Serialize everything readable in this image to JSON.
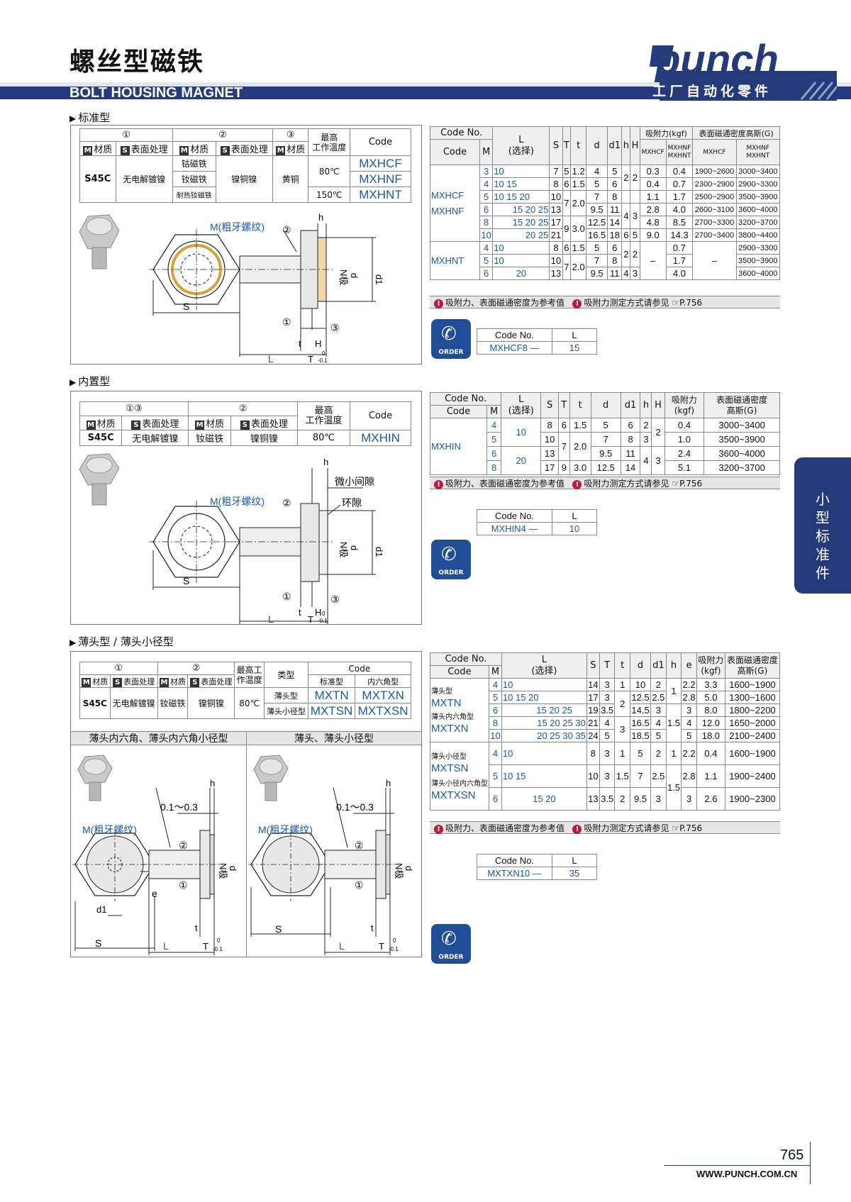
{
  "header": {
    "title_cn": "螺丝型磁铁",
    "title_en": "BOLT HOUSING MAGNET",
    "logo_text": "punch",
    "slogan": "工厂自动化零件"
  },
  "colors": {
    "accent": "#1a5aa6",
    "navy": "#243a7a",
    "warning": "#c0183a"
  },
  "side_tab": "小型标准件",
  "page": {
    "number": "765",
    "website": "WWW.PUNCH.COM.CN"
  },
  "common": {
    "material": "材质",
    "surface": "表面处理",
    "max_temp": "最高工作温度",
    "code": "Code",
    "code_no": "Code No.",
    "M": "M",
    "L_sel": "L\n(选择)",
    "note1": "吸附力、表面磁通密度为参考值",
    "note2": "吸附力测定方式请参见",
    "note_ref": "P.756",
    "order_text": "ORDER",
    "L": "L",
    "dash": "—"
  },
  "sec1": {
    "label": "标准型",
    "col1": "①",
    "col2": "②",
    "col3": "③",
    "temp_h": "最高\n工作温度",
    "m1": "S45C",
    "s1": "无电解镀镍",
    "m2a": "钴磁铁",
    "m2b": "钕磁铁",
    "m2c": "耐热钕磁铁",
    "s2": "镍铜镍",
    "m3": "黄铜",
    "t1": "80℃",
    "t2": "150℃",
    "codes": [
      "MXHCF",
      "MXHNF",
      "MXHNT"
    ],
    "dim_headers": [
      "S",
      "T",
      "t",
      "d",
      "d1",
      "h",
      "H"
    ],
    "force_h": "吸附力(kgf)",
    "flux_h": "表面磁通密度高斯(G)",
    "fh_a": "MXHCF",
    "fh_b": "MXHNF\nMXHNT",
    "rows_a": [
      {
        "M": "3",
        "L": "10",
        "S": "7",
        "T": "5",
        "t": "1.2",
        "d": "4",
        "d1": "5",
        "f1": "0.3",
        "f2": "0.4",
        "g1": "1900~2600",
        "g2": "3000~3400"
      },
      {
        "M": "4",
        "L": "10 15",
        "S": "8",
        "T": "6",
        "t": "1.5",
        "d": "5",
        "d1": "6",
        "f1": "0.4",
        "f2": "0.7",
        "g1": "2300~2900",
        "g2": "2900~3300"
      },
      {
        "M": "5",
        "L": "10 15 20",
        "S": "10",
        "T": "",
        "t": "",
        "d": "7",
        "d1": "8",
        "f1": "1.1",
        "f2": "1.7",
        "g1": "2500~2900",
        "g2": "3500~3900"
      },
      {
        "M": "6",
        "L": "15 20 25",
        "S": "13",
        "T": "",
        "t": "",
        "d": "9.5",
        "d1": "11",
        "f1": "2.8",
        "f2": "4.0",
        "g1": "2600~3100",
        "g2": "3600~4000"
      },
      {
        "M": "8",
        "L": "15 20 25",
        "S": "17",
        "T": "",
        "t": "",
        "d": "12.5",
        "d1": "14",
        "f1": "4.8",
        "f2": "8.5",
        "g1": "2700~3300",
        "g2": "3200~3700"
      },
      {
        "M": "10",
        "L": "20 25",
        "S": "21",
        "T": "",
        "t": "",
        "d": "16.5",
        "d1": "18",
        "f1": "9.0",
        "f2": "14.3",
        "g1": "2700~3400",
        "g2": "3800~4400"
      }
    ],
    "rows_b": [
      {
        "M": "4",
        "L": "10",
        "S": "8",
        "T": "6",
        "t": "1.5",
        "d": "5",
        "d1": "6",
        "f2": "0.7",
        "g2": "2900~3300"
      },
      {
        "M": "5",
        "L": "10",
        "S": "10",
        "T": "",
        "t": "",
        "d": "7",
        "d1": "8",
        "f2": "1.7",
        "g2": "3500~3900"
      },
      {
        "M": "6",
        "L": "20",
        "S": "13",
        "T": "",
        "t": "",
        "d": "9.5",
        "d1": "11",
        "f2": "4.0",
        "g2": "3600~4000"
      }
    ],
    "merged": {
      "T7": "7",
      "t20": "2.0",
      "T9": "9",
      "t30": "3.0",
      "h2": "2",
      "H2": "2",
      "h4": "4",
      "H3": "3",
      "h6": "6",
      "H5": "5",
      "dash": "–"
    },
    "order_code": "MXHCF8",
    "order_L": "15"
  },
  "sec2": {
    "label": "内置型",
    "col13": "①③",
    "col2": "②",
    "m1": "S45C",
    "s1": "无电解镀镍",
    "m2": "钕磁铁",
    "s2": "镍铜镍",
    "t": "80℃",
    "code": "MXHIN",
    "rows": [
      {
        "M": "4",
        "S": "8",
        "T": "6",
        "t": "1.5",
        "d": "5",
        "d1": "6",
        "h": "2",
        "f": "0.4",
        "g": "3000~3400"
      },
      {
        "M": "5",
        "S": "10",
        "T": "",
        "t": "",
        "d": "7",
        "d1": "8",
        "h": "3",
        "f": "1.0",
        "g": "3500~3900"
      },
      {
        "M": "6",
        "S": "13",
        "T": "",
        "t": "",
        "d": "9.5",
        "d1": "11",
        "h": "",
        "f": "2.4",
        "g": "3600~4000"
      },
      {
        "M": "8",
        "S": "17",
        "T": "9",
        "t": "3.0",
        "d": "12.5",
        "d1": "14",
        "h": "",
        "f": "5.1",
        "g": "3200~3700"
      }
    ],
    "L1": "10",
    "L2": "20",
    "T7": "7",
    "t20": "2.0",
    "h4": "4",
    "H2": "2",
    "H3": "3",
    "force_h": "吸附力\n(kgf)",
    "flux_h": "表面磁通密度\n高斯(G)",
    "gap_label": "微小间隙",
    "ring_label": "环隙",
    "order_code": "MXHIN4",
    "order_L": "10"
  },
  "sec3": {
    "label": "薄头型 / 薄头小径型",
    "type_h": "类型",
    "std_h": "标准型",
    "hex_h": "内六角型",
    "temp_h": "最高工\n作温度",
    "m1": "S45C",
    "s1": "无电解镀镍",
    "m2": "钕磁铁",
    "s2": "镍铜镍",
    "t": "80℃",
    "type_a": "薄头型",
    "type_b": "薄头小径型",
    "codes": [
      "MXTN",
      "MXTXN",
      "MXTSN",
      "MXTXSN"
    ],
    "sub_left": "薄头内六角、薄头内六角小径型",
    "sub_right": "薄头、薄头小径型",
    "gap": "0.1～0.3",
    "groups": [
      {
        "l1": "薄头型",
        "c1": "MXTN",
        "l2": "薄头内六角型",
        "c2": "MXTXN"
      },
      {
        "l1": "薄头小径型",
        "c1": "MXTSN",
        "l2": "薄头小径内六角型",
        "c2": "MXTXSN"
      }
    ],
    "rows_a": [
      {
        "M": "4",
        "L": "10",
        "S": "14",
        "T": "3",
        "t": "1",
        "d": "10",
        "d1": "2",
        "e": "2.2",
        "f": "3.3",
        "g": "1600~1900"
      },
      {
        "M": "5",
        "L": "10 15 20",
        "S": "17",
        "T": "3",
        "t": "",
        "d": "12.5",
        "d1": "2.5",
        "e": "2.8",
        "f": "5.0",
        "g": "1300~1600"
      },
      {
        "M": "6",
        "L": "15 20 25",
        "S": "19",
        "T": "3.5",
        "t": "",
        "d": "14.5",
        "d1": "3",
        "e": "3",
        "f": "8.0",
        "g": "1800~2200"
      },
      {
        "M": "8",
        "L": "15 20 25 30",
        "S": "21",
        "T": "4",
        "t": "",
        "d": "16.5",
        "d1": "4",
        "e": "4",
        "f": "12.0",
        "g": "1650~2000"
      },
      {
        "M": "10",
        "L": "20 25 30 35",
        "S": "24",
        "T": "5",
        "t": "",
        "d": "18.5",
        "d1": "5",
        "e": "5",
        "f": "18.0",
        "g": "2100~2400"
      }
    ],
    "rows_b": [
      {
        "M": "4",
        "L": "10",
        "S": "8",
        "T": "3",
        "t": "1",
        "d": "5",
        "d1": "2",
        "h": "1",
        "e": "2.2",
        "f": "0.4",
        "g": "1600~1900"
      },
      {
        "M": "5",
        "L": "10 15",
        "S": "10",
        "T": "3",
        "t": "1.5",
        "d": "7",
        "d1": "2.5",
        "h": "",
        "e": "2.8",
        "f": "1.1",
        "g": "1900~2400"
      },
      {
        "M": "6",
        "L": "15 20",
        "S": "13",
        "T": "3.5",
        "t": "2",
        "d": "9.5",
        "d1": "3",
        "h": "",
        "e": "3",
        "f": "2.6",
        "g": "1900~2300"
      }
    ],
    "merged": {
      "t2": "2",
      "t3": "3",
      "h1": "1",
      "h15": "1.5",
      "hb15": "1.5",
      "e_h": "e"
    },
    "force_h": "吸附力\n(kgf)",
    "flux_h": "表面磁通密度\n高斯(G)",
    "order_code": "MXTXN10",
    "order_L": "35"
  },
  "drawing": {
    "M_label": "M(粗牙螺纹)",
    "N_label": "N极",
    "d": "d",
    "d1": "d1",
    "h": "h",
    "H": "H",
    "S": "S",
    "t": "t",
    "L": "L",
    "T": "T",
    "e": "e",
    "tol_top": "0",
    "tol_bot": "-0.1",
    "c1": "①",
    "c2": "②",
    "c3": "③"
  }
}
